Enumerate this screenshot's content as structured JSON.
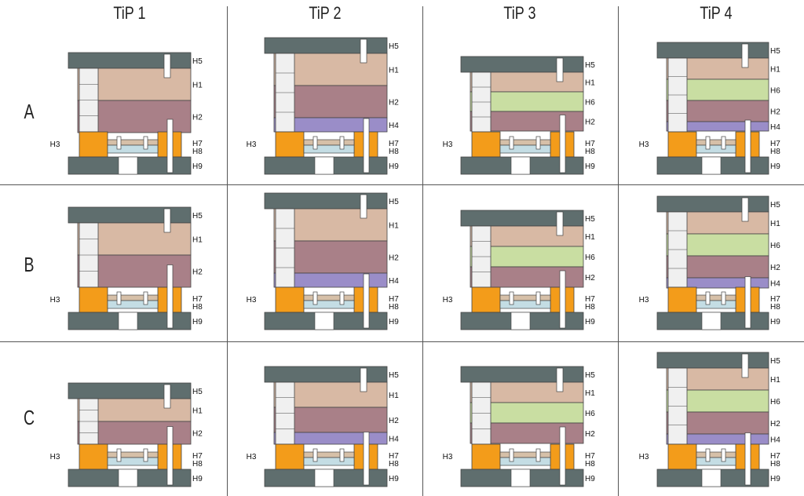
{
  "columns": [
    "TiP 1",
    "TiP 2",
    "TiP 3",
    "TiP 4"
  ],
  "rows": [
    "A",
    "B",
    "C"
  ],
  "colors": {
    "clamp_plate": "#5f6e6e",
    "plate_h1": "#d8b9a4",
    "plate_h2": "#a98088",
    "plate_h4": "#9a8dc8",
    "plate_h6": "#c9dea2",
    "spacer_block": "#f39c1a",
    "ejector_plate": "#d6c0a8",
    "ejector_retainer": "#c4dde4",
    "bush": "#f0f0f0",
    "outline": "#444444"
  },
  "cells": [
    {
      "row": "A",
      "col": "TiP 1",
      "h3": "H3",
      "labels": [
        "H5",
        "H1",
        "H2",
        "H7",
        "H8",
        "H9"
      ]
    },
    {
      "row": "A",
      "col": "TiP 2",
      "h3": "H3",
      "labels": [
        "H5",
        "H1",
        "H2",
        "H4",
        "H7",
        "H8",
        "H9"
      ]
    },
    {
      "row": "A",
      "col": "TiP 3",
      "h3": "H3",
      "labels": [
        "H5",
        "H1",
        "H6",
        "H2",
        "H7",
        "H8",
        "H9"
      ]
    },
    {
      "row": "A",
      "col": "TiP 4",
      "h3": "H3",
      "labels": [
        "H5",
        "H1",
        "H6",
        "H2",
        "H4",
        "H7",
        "H8",
        "H9"
      ]
    },
    {
      "row": "B",
      "col": "TiP 1",
      "h3": "H3",
      "labels": [
        "H5",
        "H1",
        "H2",
        "H7",
        "H8",
        "H9"
      ]
    },
    {
      "row": "B",
      "col": "TiP 2",
      "h3": "H3",
      "labels": [
        "H5",
        "H1",
        "H2",
        "H4",
        "H7",
        "H8",
        "H9"
      ]
    },
    {
      "row": "B",
      "col": "TiP 3",
      "h3": "H3",
      "labels": [
        "H5",
        "H1",
        "H6",
        "H2",
        "H7",
        "H8",
        "H9"
      ]
    },
    {
      "row": "B",
      "col": "TiP 4",
      "h3": "H3",
      "labels": [
        "H5",
        "H1",
        "H6",
        "H2",
        "H4",
        "H7",
        "H8",
        "H9"
      ]
    },
    {
      "row": "C",
      "col": "TiP 1",
      "h3": "H3",
      "labels": [
        "H5",
        "H1",
        "H2",
        "H7",
        "H8",
        "H9"
      ]
    },
    {
      "row": "C",
      "col": "TiP 2",
      "h3": "H3",
      "labels": [
        "H5",
        "H1",
        "H2",
        "H4",
        "H7",
        "H8",
        "H9"
      ]
    },
    {
      "row": "C",
      "col": "TiP 3",
      "h3": "H3",
      "labels": [
        "H5",
        "H1",
        "H6",
        "H2",
        "H7",
        "H8",
        "H9"
      ]
    },
    {
      "row": "C",
      "col": "TiP 4",
      "h3": "H3",
      "labels": [
        "H5",
        "H1",
        "H6",
        "H2",
        "H4",
        "H7",
        "H8",
        "H9"
      ]
    }
  ]
}
